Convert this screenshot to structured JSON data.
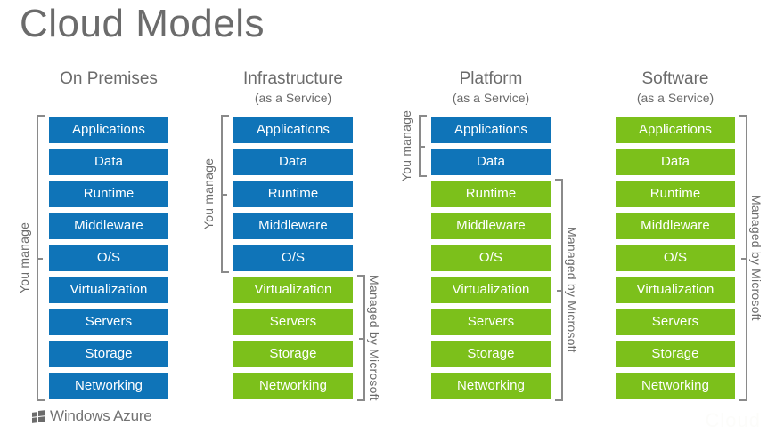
{
  "title": "Cloud Models",
  "brand": {
    "logo_icon": "windows-flag-icon",
    "name": "Windows Azure"
  },
  "watermark": "Cloud",
  "colors": {
    "you_manage": "#0f74b8",
    "managed_by_microsoft": "#7cc01b",
    "text_grey": "#6b6b6b",
    "bracket_grey": "#8a8a8a",
    "background": "#ffffff"
  },
  "legend": {
    "you_manage": "You manage",
    "managed_by_microsoft": "Managed by Microsoft"
  },
  "layer_names": [
    "Applications",
    "Data",
    "Runtime",
    "Middleware",
    "O/S",
    "Virtualization",
    "Servers",
    "Storage",
    "Networking"
  ],
  "chart_data": {
    "type": "table",
    "title": "Cloud Models",
    "categories": [
      "On Premises",
      "Infrastructure (as a Service)",
      "Platform (as a Service)",
      "Software (as a Service)"
    ],
    "rows": [
      "Applications",
      "Data",
      "Runtime",
      "Middleware",
      "O/S",
      "Virtualization",
      "Servers",
      "Storage",
      "Networking"
    ],
    "legend_entries": [
      "You manage",
      "Managed by Microsoft"
    ],
    "values": [
      [
        "You manage",
        "You manage",
        "You manage",
        "Managed by Microsoft"
      ],
      [
        "You manage",
        "You manage",
        "You manage",
        "Managed by Microsoft"
      ],
      [
        "You manage",
        "You manage",
        "Managed by Microsoft",
        "Managed by Microsoft"
      ],
      [
        "You manage",
        "You manage",
        "Managed by Microsoft",
        "Managed by Microsoft"
      ],
      [
        "You manage",
        "You manage",
        "Managed by Microsoft",
        "Managed by Microsoft"
      ],
      [
        "You manage",
        "Managed by Microsoft",
        "Managed by Microsoft",
        "Managed by Microsoft"
      ],
      [
        "You manage",
        "Managed by Microsoft",
        "Managed by Microsoft",
        "Managed by Microsoft"
      ],
      [
        "You manage",
        "Managed by Microsoft",
        "Managed by Microsoft",
        "Managed by Microsoft"
      ],
      [
        "You manage",
        "Managed by Microsoft",
        "Managed by Microsoft",
        "Managed by Microsoft"
      ]
    ]
  },
  "columns": [
    {
      "id": "on-premises",
      "heading": "On Premises",
      "subheading": "",
      "layers": [
        {
          "label": "Applications",
          "owner": "blue"
        },
        {
          "label": "Data",
          "owner": "blue"
        },
        {
          "label": "Runtime",
          "owner": "blue"
        },
        {
          "label": "Middleware",
          "owner": "blue"
        },
        {
          "label": "O/S",
          "owner": "blue"
        },
        {
          "label": "Virtualization",
          "owner": "blue"
        },
        {
          "label": "Servers",
          "owner": "blue"
        },
        {
          "label": "Storage",
          "owner": "blue"
        },
        {
          "label": "Networking",
          "owner": "blue"
        }
      ],
      "brackets": [
        {
          "side": "left",
          "label": "You manage",
          "from": 0,
          "to": 8
        }
      ]
    },
    {
      "id": "infrastructure",
      "heading": "Infrastructure",
      "subheading": "(as a Service)",
      "layers": [
        {
          "label": "Applications",
          "owner": "blue"
        },
        {
          "label": "Data",
          "owner": "blue"
        },
        {
          "label": "Runtime",
          "owner": "blue"
        },
        {
          "label": "Middleware",
          "owner": "blue"
        },
        {
          "label": "O/S",
          "owner": "blue"
        },
        {
          "label": "Virtualization",
          "owner": "green"
        },
        {
          "label": "Servers",
          "owner": "green"
        },
        {
          "label": "Storage",
          "owner": "green"
        },
        {
          "label": "Networking",
          "owner": "green"
        }
      ],
      "brackets": [
        {
          "side": "left",
          "label": "You manage",
          "from": 0,
          "to": 4
        },
        {
          "side": "right",
          "label": "Managed by Microsoft",
          "from": 5,
          "to": 8
        }
      ]
    },
    {
      "id": "platform",
      "heading": "Platform",
      "subheading": "(as a Service)",
      "layers": [
        {
          "label": "Applications",
          "owner": "blue"
        },
        {
          "label": "Data",
          "owner": "blue"
        },
        {
          "label": "Runtime",
          "owner": "green"
        },
        {
          "label": "Middleware",
          "owner": "green"
        },
        {
          "label": "O/S",
          "owner": "green"
        },
        {
          "label": "Virtualization",
          "owner": "green"
        },
        {
          "label": "Servers",
          "owner": "green"
        },
        {
          "label": "Storage",
          "owner": "green"
        },
        {
          "label": "Networking",
          "owner": "green"
        }
      ],
      "brackets": [
        {
          "side": "left",
          "label": "You manage",
          "from": 0,
          "to": 1
        },
        {
          "side": "right",
          "label": "Managed by Microsoft",
          "from": 2,
          "to": 8
        }
      ]
    },
    {
      "id": "software",
      "heading": "Software",
      "subheading": "(as a Service)",
      "layers": [
        {
          "label": "Applications",
          "owner": "green"
        },
        {
          "label": "Data",
          "owner": "green"
        },
        {
          "label": "Runtime",
          "owner": "green"
        },
        {
          "label": "Middleware",
          "owner": "green"
        },
        {
          "label": "O/S",
          "owner": "green"
        },
        {
          "label": "Virtualization",
          "owner": "green"
        },
        {
          "label": "Servers",
          "owner": "green"
        },
        {
          "label": "Storage",
          "owner": "green"
        },
        {
          "label": "Networking",
          "owner": "green"
        }
      ],
      "brackets": [
        {
          "side": "right",
          "label": "Managed by Microsoft",
          "from": 0,
          "to": 8
        }
      ]
    }
  ]
}
